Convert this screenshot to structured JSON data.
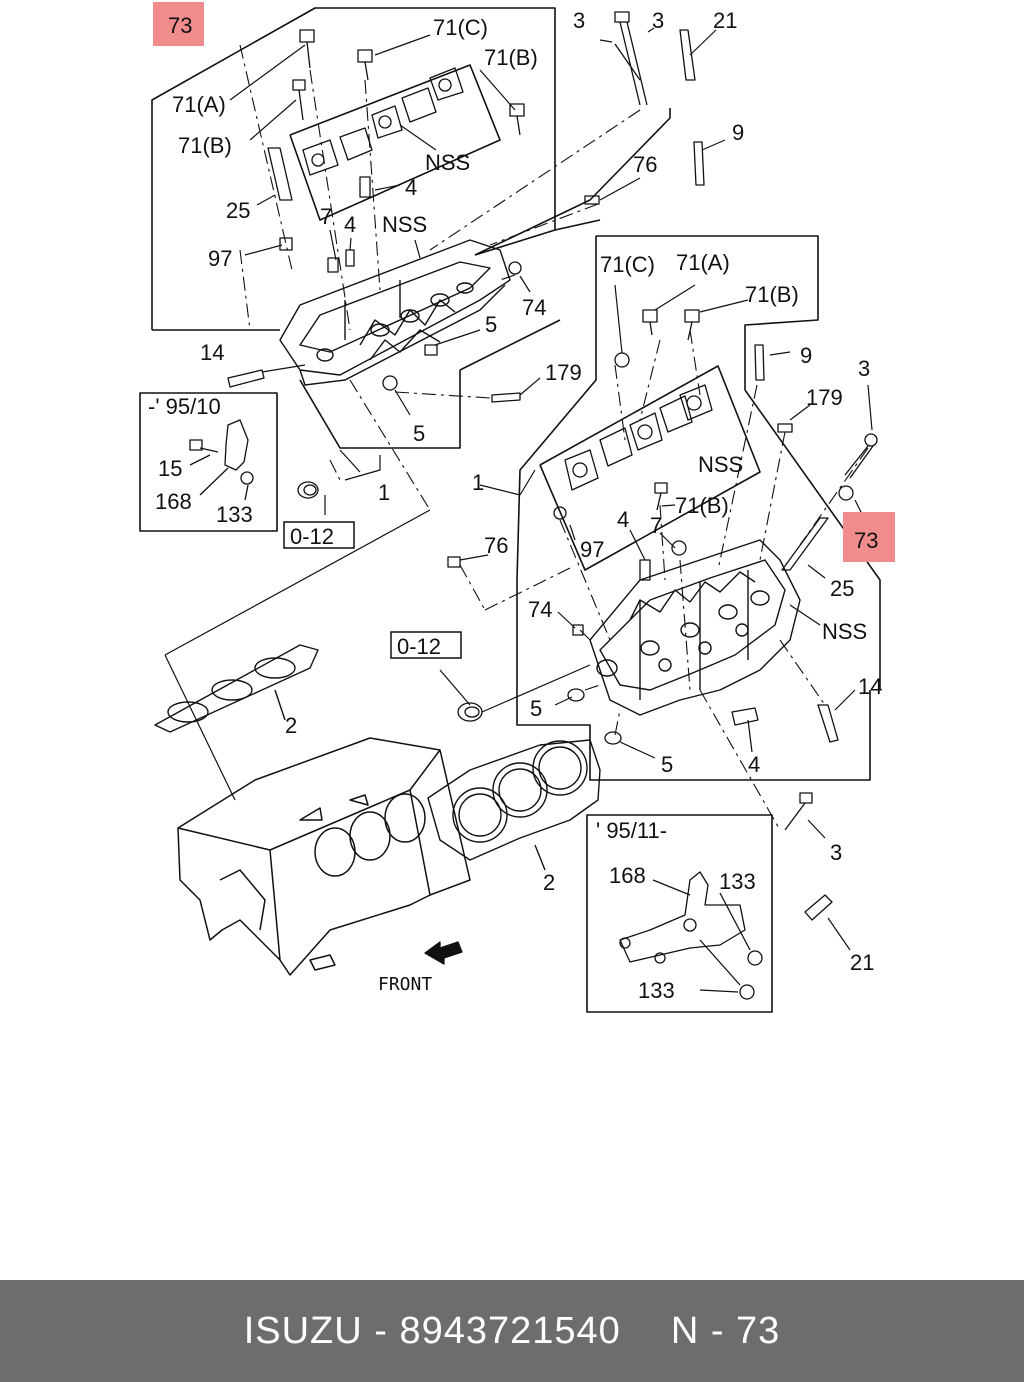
{
  "highlight_color": "#f08c8c",
  "footer_background": "#6d6d6d",
  "callouts": {
    "highlight_top": "73",
    "highlight_right": "73",
    "l71c": "71(C)",
    "l71b_1": "71(B)",
    "l71a": "71(A)",
    "l71b_2": "71(B)",
    "l3a": "3",
    "l3b": "3",
    "l21a": "21",
    "l9a": "9",
    "nss1": "NSS",
    "l25a": "25",
    "l4a": "4",
    "l76a": "76",
    "l7a": "7",
    "l4b": "4",
    "nss2": "NSS",
    "l97a": "97",
    "l74a": "74",
    "l5a": "5",
    "l14a": "14",
    "l179a": "179",
    "l5b": "5",
    "l1a": "1",
    "l15": "15",
    "l168a": "168",
    "l133a": "133",
    "l71c_r": "71(C)",
    "l71a_r": "71(A)",
    "l71b_r": "71(B)",
    "l9b": "9",
    "l3c": "3",
    "l179b": "179",
    "nss3": "NSS",
    "l1b": "1",
    "l71b_r2": "71(B)",
    "l4c": "4",
    "l7b": "7",
    "l97b": "97",
    "l76b": "76",
    "l25b": "25",
    "l74b": "74",
    "nss4": "NSS",
    "l14b": "14",
    "l5c": "5",
    "l5d": "5",
    "l4d": "4",
    "l2a": "2",
    "l2b": "2",
    "l3d": "3",
    "l168b": "168",
    "l133b": "133",
    "l133c": "133",
    "l21b": "21"
  },
  "inset_top": {
    "period": "-' 95/10"
  },
  "inset_bottom": {
    "period": "' 95/11-"
  },
  "ref_boxes": {
    "ref1": "0-12",
    "ref2": "0-12"
  },
  "front_label": "FRONT",
  "footer": {
    "brand_part": "ISUZU - 8943721540",
    "page": "N - 73"
  }
}
